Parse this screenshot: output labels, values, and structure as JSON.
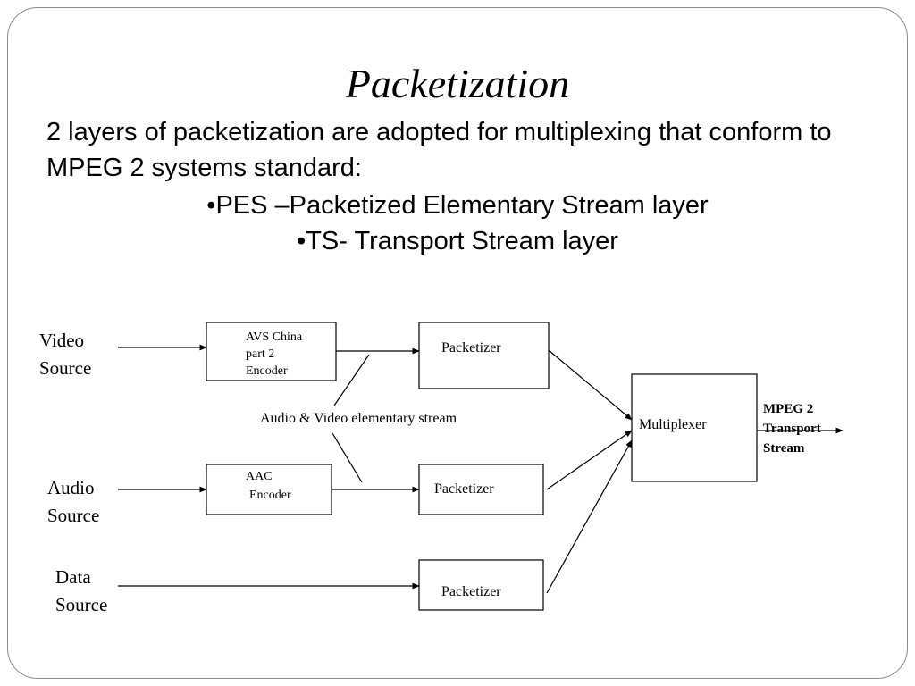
{
  "title": "Packetization",
  "intro": "2 layers of packetization are adopted for multiplexing that conform to MPEG 2 systems standard:",
  "bullets": [
    "•PES –Packetized Elementary Stream layer",
    "•TS- Transport Stream layer"
  ],
  "diagram": {
    "sources": {
      "video": [
        "Video",
        "Source"
      ],
      "audio": [
        "Audio",
        "Source"
      ],
      "data": [
        "Data",
        "Source"
      ]
    },
    "avs_encoder": [
      "AVS China",
      "part 2",
      "Encoder"
    ],
    "aac_encoder": [
      "AAC",
      "Encoder"
    ],
    "packetizer_label": "Packetizer",
    "elementary_stream_label": "Audio & Video elementary stream",
    "multiplexer_label": "Multiplexer",
    "output": [
      "MPEG 2",
      "Transport",
      "Stream"
    ]
  }
}
